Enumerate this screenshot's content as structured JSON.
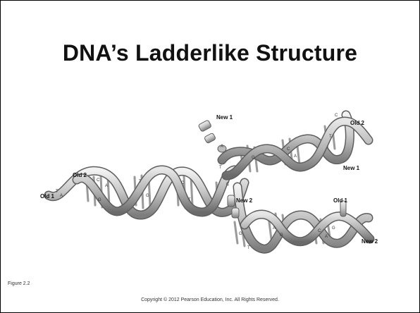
{
  "slide": {
    "title": "DNA’s Ladderlike Structure",
    "figure_caption": "Figure 2.2",
    "copyright": "Copyright © 2012 Pearson Education, Inc. All Rights Reserved."
  },
  "diagram": {
    "labels": {
      "old1_left": "Old 1",
      "old2_left": "Old 2",
      "new1_top": "New 1",
      "old2_right": "Old 2",
      "new1_right": "New 1",
      "new2_mid": "New 2",
      "old1_right": "Old 1",
      "new2_right": "New 2"
    },
    "bases": [
      "T",
      "A",
      "C",
      "G",
      "A",
      "T",
      "G",
      "C",
      "T",
      "A",
      "G",
      "C",
      "A",
      "T",
      "C",
      "G",
      "T",
      "A",
      "G",
      "C",
      "A",
      "G",
      "T",
      "C"
    ]
  }
}
